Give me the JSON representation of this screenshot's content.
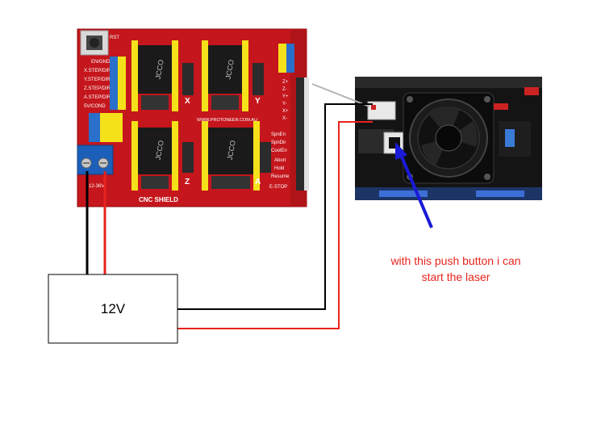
{
  "board": {
    "title": "CNC SHIELD",
    "axis_labels": [
      "X",
      "Y",
      "Z",
      "A"
    ],
    "driver_chip": "JCCO",
    "left_pins": [
      "EN/GND",
      "X.STEP/DIR",
      "Y.STEP/DIR",
      "Z.STEP/DIR",
      "A.STEP/DIR",
      "5V/COND"
    ],
    "right_pins": [
      "Z+",
      "Z-",
      "Y+",
      "Y-",
      "X+",
      "X-",
      "SpnEn",
      "SpnDir",
      "CoolEn",
      "Abort",
      "Hold",
      "Resume",
      "E-STOP"
    ],
    "power_label": "12-36V",
    "url": "WWW.PROTONEER.COM.AU",
    "reset_label": "RST"
  },
  "power_supply": {
    "label": "12V"
  },
  "annotation": {
    "line1": "with this push button i can",
    "line2": "start the laser"
  },
  "colors": {
    "board_red": "#c4161c",
    "header_yellow": "#f5e11a",
    "terminal_blue": "#1c5fb8",
    "wire_black": "#000000",
    "wire_red": "#e8231d",
    "arrow_blue": "#1a1ad8",
    "annotation_red": "#e8231d"
  }
}
